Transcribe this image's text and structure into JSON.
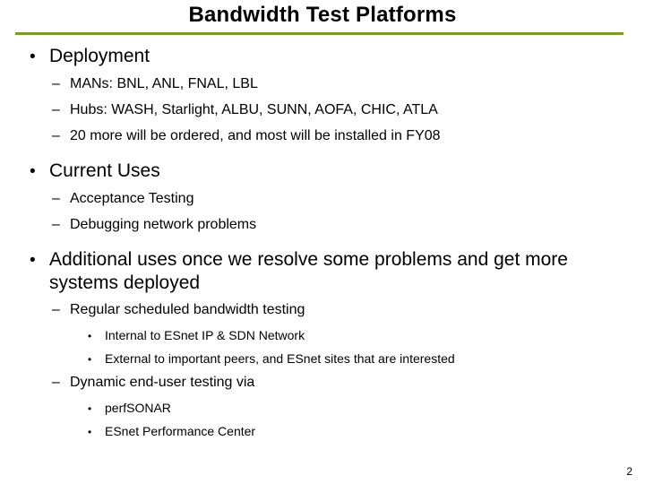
{
  "slide": {
    "title": "Bandwidth Test Platforms",
    "divider_color": "#7c9a2d",
    "page_number": "2",
    "bullet_markers": {
      "level1": "•",
      "level2": "–",
      "level3": "•"
    },
    "outline": [
      {
        "level": 1,
        "text": "Deployment"
      },
      {
        "level": 2,
        "text": "MANs: BNL, ANL, FNAL, LBL"
      },
      {
        "level": 2,
        "text": "Hubs: WASH, Starlight, ALBU, SUNN, AOFA, CHIC, ATLA"
      },
      {
        "level": 2,
        "text": "20 more will be ordered, and most will be installed in FY08"
      },
      {
        "level": 1,
        "text": "Current Uses"
      },
      {
        "level": 2,
        "text": "Acceptance Testing"
      },
      {
        "level": 2,
        "text": "Debugging network problems"
      },
      {
        "level": 1,
        "text": "Additional uses once we resolve some problems and get more systems deployed"
      },
      {
        "level": 2,
        "text": "Regular scheduled bandwidth testing"
      },
      {
        "level": 3,
        "text": "Internal to ESnet IP & SDN Network"
      },
      {
        "level": 3,
        "text": "External to important peers, and ESnet sites that are interested"
      },
      {
        "level": 2,
        "text": "Dynamic end-user testing via"
      },
      {
        "level": 3,
        "text": "perfSONAR"
      },
      {
        "level": 3,
        "text": "ESnet Performance Center"
      }
    ]
  }
}
